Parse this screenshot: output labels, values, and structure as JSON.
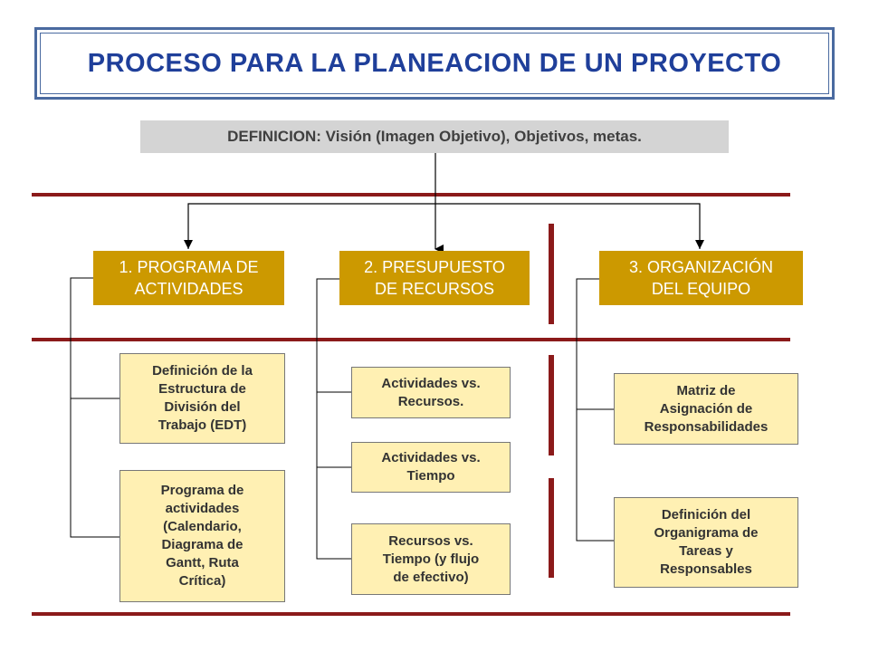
{
  "title": "PROCESO PARA LA PLANEACION DE UN PROYECTO",
  "definition": "DEFINICION: Visión (Imagen Objetivo), Objetivos, metas.",
  "columns": [
    {
      "header": [
        "1. PROGRAMA DE",
        "ACTIVIDADES"
      ],
      "items": [
        [
          "Definición de la",
          "Estructura de",
          "División del",
          "Trabajo (EDT)"
        ],
        [
          "Programa de",
          "actividades",
          "(Calendario,",
          "Diagrama de",
          "Gantt, Ruta",
          "Crítica)"
        ]
      ]
    },
    {
      "header": [
        "2. PRESUPUESTO",
        "DE RECURSOS"
      ],
      "items": [
        [
          "Actividades vs.",
          "Recursos."
        ],
        [
          "Actividades vs.",
          "Tiempo"
        ],
        [
          "Recursos vs.",
          "Tiempo (y flujo",
          "de efectivo)"
        ]
      ]
    },
    {
      "header": [
        "3. ORGANIZACIÓN",
        "DEL EQUIPO"
      ],
      "items": [
        [
          "Matriz de",
          "Asignación de",
          "Responsabilidades"
        ],
        [
          "Definición del",
          "Organigrama de",
          "Tareas y",
          "Responsables"
        ]
      ]
    }
  ],
  "colors": {
    "title_text": "#1f3f9a",
    "frame": "#4a6aa0",
    "header_bg": "#cc9900",
    "item_bg": "#fff0b3",
    "divider": "#8b1a1a",
    "definition_bg": "#d4d4d4"
  }
}
